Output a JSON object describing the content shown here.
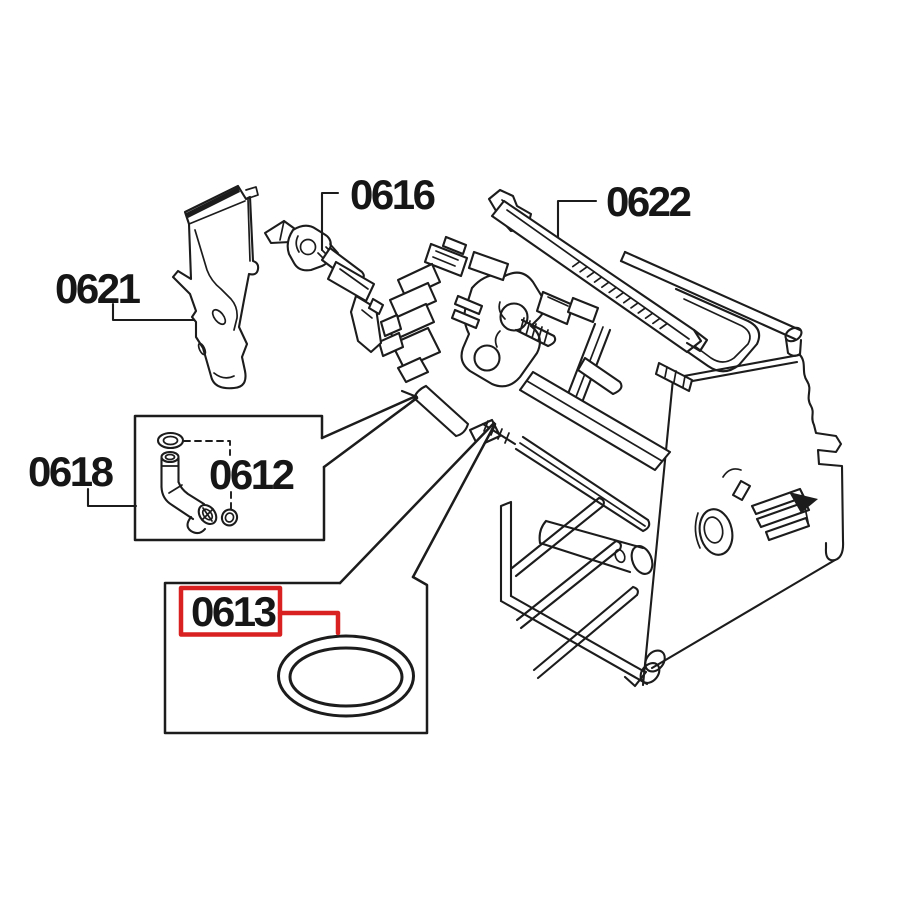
{
  "diagram": {
    "type": "exploded-parts-diagram",
    "background_color": "#ffffff",
    "line_color": "#1c1c1c",
    "highlight_color": "#d92121",
    "highlighted_part": "0613",
    "labels": {
      "p0616": "0616",
      "p0621": "0621",
      "p0622": "0622",
      "p0618": "0618",
      "p0612": "0612",
      "p0613": "0613"
    },
    "icons": {
      "main_assembly": "brew-unit-assembly-drawing",
      "p0621": "bracket-drawing",
      "p0616": "valve-drawing",
      "p0622": "cover-panel-drawing",
      "p0618": "elbow-fitting-drawing",
      "p0612": "sealing-ring-drawing",
      "p0613": "o-ring-drawing"
    }
  }
}
